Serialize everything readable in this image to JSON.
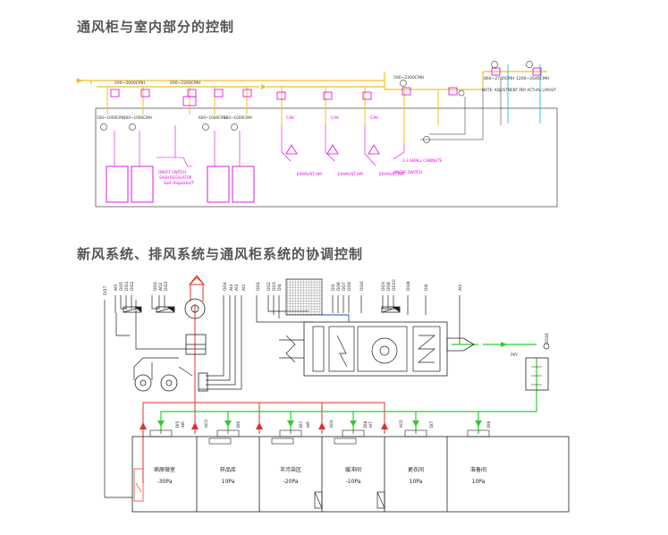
{
  "section1": {
    "title": "通风柜与室内部分的控制",
    "airflow_labels": [
      "200~2000CMH",
      "200~2200CMH",
      "500~2300CMH",
      "860~2740CMH",
      "1200~2640CMH"
    ],
    "vav_labels": [
      "100~1000CMH",
      "100~1000CMH",
      "600~1000CMH",
      "160~1000CMH"
    ],
    "cav_labels": [
      "CAV",
      "CAV",
      "CAV"
    ],
    "exhaust_labels": [
      "EXHAUST AIR",
      "EXHAUST AIR",
      "EXHAUST AIR"
    ],
    "switch_labels": [
      "ONOFF SWITCH",
      "ONOFF SWITCH",
      "1-3 SMALL CABINETS"
    ],
    "note": "NOTE: ADJUSTMENT PER ACTUAL LAYOUT.",
    "cabinet_label": "SASH REGULATOR",
    "local_label": "Sash Regulator/T"
  },
  "section2": {
    "title": "新风系统、排风系统与通风柜系统的协调控制",
    "top_tags": [
      "DI17",
      "AI5",
      "DO5",
      "DI11",
      "DI12",
      "DO4",
      "AO2",
      "DI13",
      "DO4",
      "AI4",
      "AI3",
      "AI2",
      "DO1",
      "DO2",
      "DO3",
      "DI4",
      "DI1",
      "DO6",
      "DO7",
      "DO9",
      "DI10",
      "DO3",
      "DO8",
      "DO10",
      "DI18",
      "DI2",
      "AI1",
      "DO16"
    ],
    "right_label": "FKY",
    "rooms": [
      {
        "name": "病原微室",
        "pressure": "-30Pa"
      },
      {
        "name": "样品库",
        "pressure": "10Pa"
      },
      {
        "name": "半污染区",
        "pressure": "-20Pa"
      },
      {
        "name": "缓冲间",
        "pressure": "-10Pa"
      },
      {
        "name": "更衣间",
        "pressure": "10Pa"
      },
      {
        "name": "准备间",
        "pressure": "10Pa"
      }
    ],
    "room_tags": [
      "DI5",
      "AI6",
      "AO3",
      "DI6",
      "DI7",
      "AI6",
      "AO4",
      "AI7",
      "DI8",
      "AO5",
      "DI7",
      "DI8"
    ]
  },
  "colors": {
    "supply": "#2fcc2f",
    "exhaust": "#e0302a",
    "cabinet": "#e000e0",
    "duct": "#f0c020",
    "pipe": "#e000e0",
    "blue": "#2050c0"
  }
}
